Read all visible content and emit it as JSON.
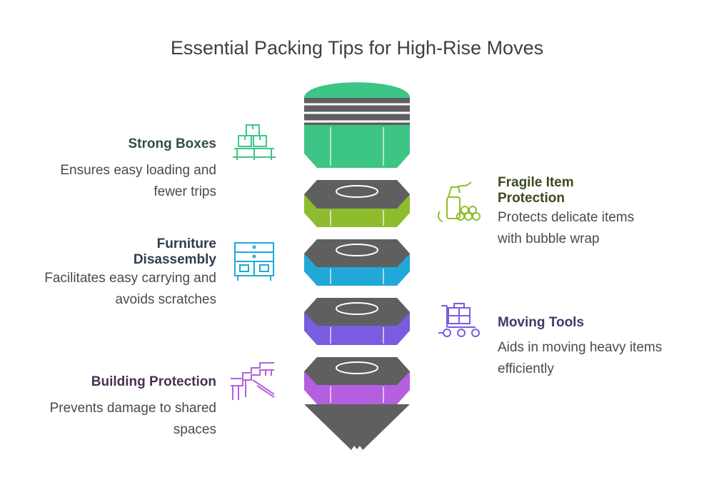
{
  "title": "Essential Packing Tips for High-Rise Moves",
  "colors": {
    "tier_dark": "#5f5f5f",
    "tier_edge": "#ffffff",
    "cone": "#5f5f5f",
    "strong_boxes": "#3cc585",
    "fragile": "#8fbc2f",
    "furniture": "#1fa8d8",
    "tools": "#7a5ce0",
    "building": "#b35fe0"
  },
  "items": [
    {
      "id": "strong-boxes",
      "heading": "Strong Boxes",
      "desc": "Ensures easy loading and fewer trips",
      "heading_color": "#2f4f45",
      "icon": "stacked-boxes-icon"
    },
    {
      "id": "fragile",
      "heading": "Fragile Item Protection",
      "desc": "Protects delicate items with bubble wrap",
      "heading_color": "#3b4a1f",
      "icon": "spray-bubbles-icon"
    },
    {
      "id": "furniture",
      "heading": "Furniture Disassembly",
      "desc": "Facilitates easy carrying and avoids scratches",
      "heading_color": "#2d3e50",
      "icon": "dresser-icon"
    },
    {
      "id": "tools",
      "heading": "Moving Tools",
      "desc": "Aids in moving heavy items efficiently",
      "heading_color": "#3f3a66",
      "icon": "dolly-cart-icon"
    },
    {
      "id": "building",
      "heading": "Building Protection",
      "desc": "Prevents damage to shared spaces",
      "heading_color": "#4a2f55",
      "icon": "staircase-icon"
    }
  ]
}
